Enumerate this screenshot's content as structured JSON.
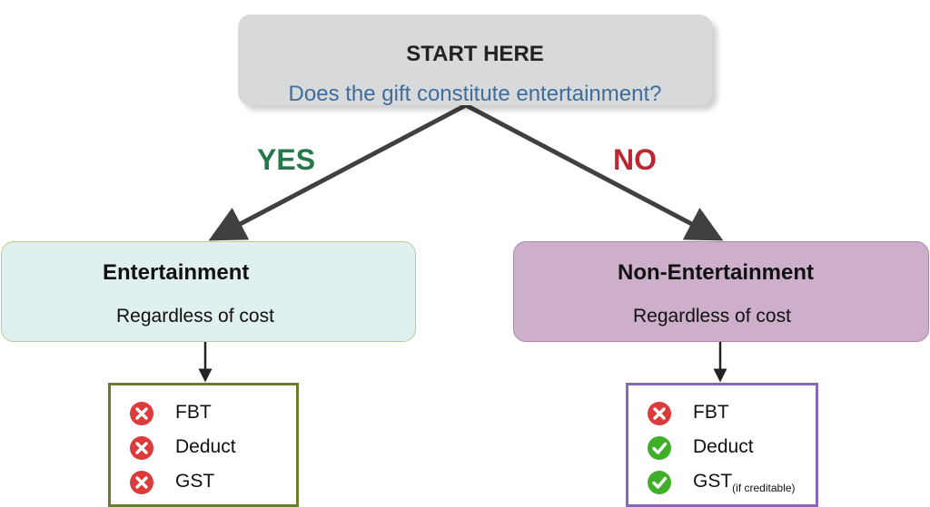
{
  "start": {
    "title": "START HERE",
    "question": "Does the gift constitute entertainment?"
  },
  "branches": {
    "yes_label": "YES",
    "no_label": "NO"
  },
  "colors": {
    "yes": "#23794a",
    "no": "#c0262f",
    "question": "#3f6d9b",
    "entertainment_fill": "#dff0ee",
    "non_entertainment_fill": "#cdaecb",
    "entertainment_border": "#687d2d",
    "non_entertainment_border": "#8868b4",
    "cross_icon": "#dd3b3b",
    "check_icon": "#3fae29"
  },
  "entertainment": {
    "title": "Entertainment",
    "subtitle": "Regardless of cost",
    "items": [
      {
        "label": "FBT",
        "suffix": "",
        "icon": "cross-icon"
      },
      {
        "label": "Deduct",
        "suffix": "",
        "icon": "cross-icon"
      },
      {
        "label": "GST",
        "suffix": "",
        "icon": "cross-icon"
      }
    ]
  },
  "non_entertainment": {
    "title": "Non-Entertainment",
    "subtitle": "Regardless of cost",
    "items": [
      {
        "label": "FBT",
        "suffix": "",
        "icon": "cross-icon"
      },
      {
        "label": "Deduct",
        "suffix": "",
        "icon": "check-icon"
      },
      {
        "label": "GST",
        "suffix": "(if creditable)",
        "icon": "check-icon"
      }
    ]
  }
}
